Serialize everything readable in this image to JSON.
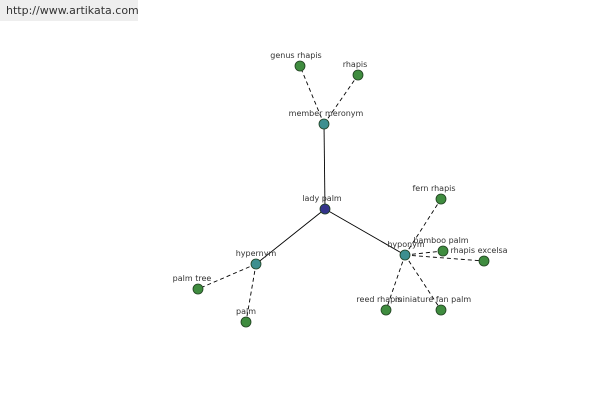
{
  "source_url": "http://www.artikata.com",
  "colors": {
    "center_node": "#33338a",
    "relation_node": "#3d8f8f",
    "leaf_node": "#3f8c3f",
    "edge": "#000000",
    "label": "#333333"
  },
  "diagram": {
    "nodes": [
      {
        "id": "lady-palm",
        "label": "lady palm",
        "kind": "center"
      },
      {
        "id": "member-meronym",
        "label": "member meronym",
        "kind": "relation"
      },
      {
        "id": "hypernym",
        "label": "hypernym",
        "kind": "relation"
      },
      {
        "id": "hyponym",
        "label": "hyponym",
        "kind": "relation"
      },
      {
        "id": "genus-rhapis",
        "label": "genus rhapis",
        "kind": "leaf"
      },
      {
        "id": "rhapis",
        "label": "rhapis",
        "kind": "leaf"
      },
      {
        "id": "palm-tree",
        "label": "palm tree",
        "kind": "leaf"
      },
      {
        "id": "palm",
        "label": "palm",
        "kind": "leaf"
      },
      {
        "id": "fern-rhapis",
        "label": "fern rhapis",
        "kind": "leaf"
      },
      {
        "id": "bamboo-palm",
        "label": "bamboo palm",
        "kind": "leaf"
      },
      {
        "id": "rhapis-excelsa",
        "label": "rhapis excelsa",
        "kind": "leaf"
      },
      {
        "id": "reed-rhapis",
        "label": "reed rhapis",
        "kind": "leaf"
      },
      {
        "id": "miniature-fan-palm",
        "label": "miniature fan palm",
        "kind": "leaf"
      }
    ],
    "edges": [
      {
        "from": "lady-palm",
        "to": "member-meronym",
        "style": "solid"
      },
      {
        "from": "lady-palm",
        "to": "hypernym",
        "style": "solid"
      },
      {
        "from": "lady-palm",
        "to": "hyponym",
        "style": "solid"
      },
      {
        "from": "member-meronym",
        "to": "genus-rhapis",
        "style": "dashed"
      },
      {
        "from": "member-meronym",
        "to": "rhapis",
        "style": "dashed"
      },
      {
        "from": "hypernym",
        "to": "palm-tree",
        "style": "dashed"
      },
      {
        "from": "hypernym",
        "to": "palm",
        "style": "dashed"
      },
      {
        "from": "hyponym",
        "to": "fern-rhapis",
        "style": "dashed"
      },
      {
        "from": "hyponym",
        "to": "bamboo-palm",
        "style": "dashed"
      },
      {
        "from": "hyponym",
        "to": "rhapis-excelsa",
        "style": "dashed"
      },
      {
        "from": "hyponym",
        "to": "reed-rhapis",
        "style": "dashed"
      },
      {
        "from": "hyponym",
        "to": "miniature-fan-palm",
        "style": "dashed"
      }
    ]
  }
}
